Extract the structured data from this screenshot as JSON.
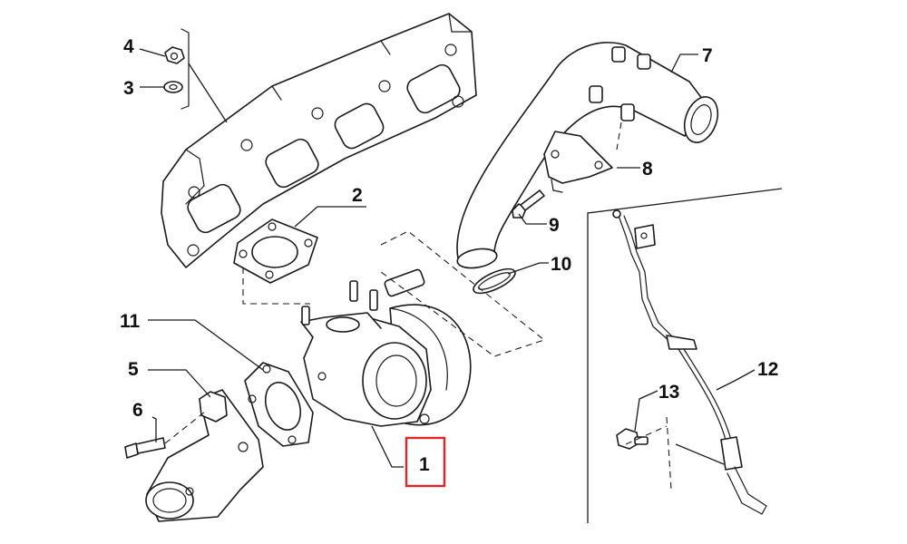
{
  "callouts": {
    "c1": "1",
    "c2": "2",
    "c3": "3",
    "c4": "4",
    "c5": "5",
    "c6": "6",
    "c7": "7",
    "c8": "8",
    "c9": "9",
    "c10": "10",
    "c11": "11",
    "c12": "12",
    "c13": "13"
  },
  "highlight": {
    "callout": "1",
    "color": "#e0262b"
  },
  "colors": {
    "line": "#1a1a1a",
    "background": "#ffffff"
  },
  "parts": [
    "exhaust-manifold",
    "manifold-gasket",
    "washer",
    "nut",
    "elbow-outlet",
    "bolt",
    "coolant-pipe",
    "bracket",
    "bolt",
    "o-ring",
    "turbo-gasket",
    "oil-pipe",
    "bolt",
    "turbocharger"
  ]
}
